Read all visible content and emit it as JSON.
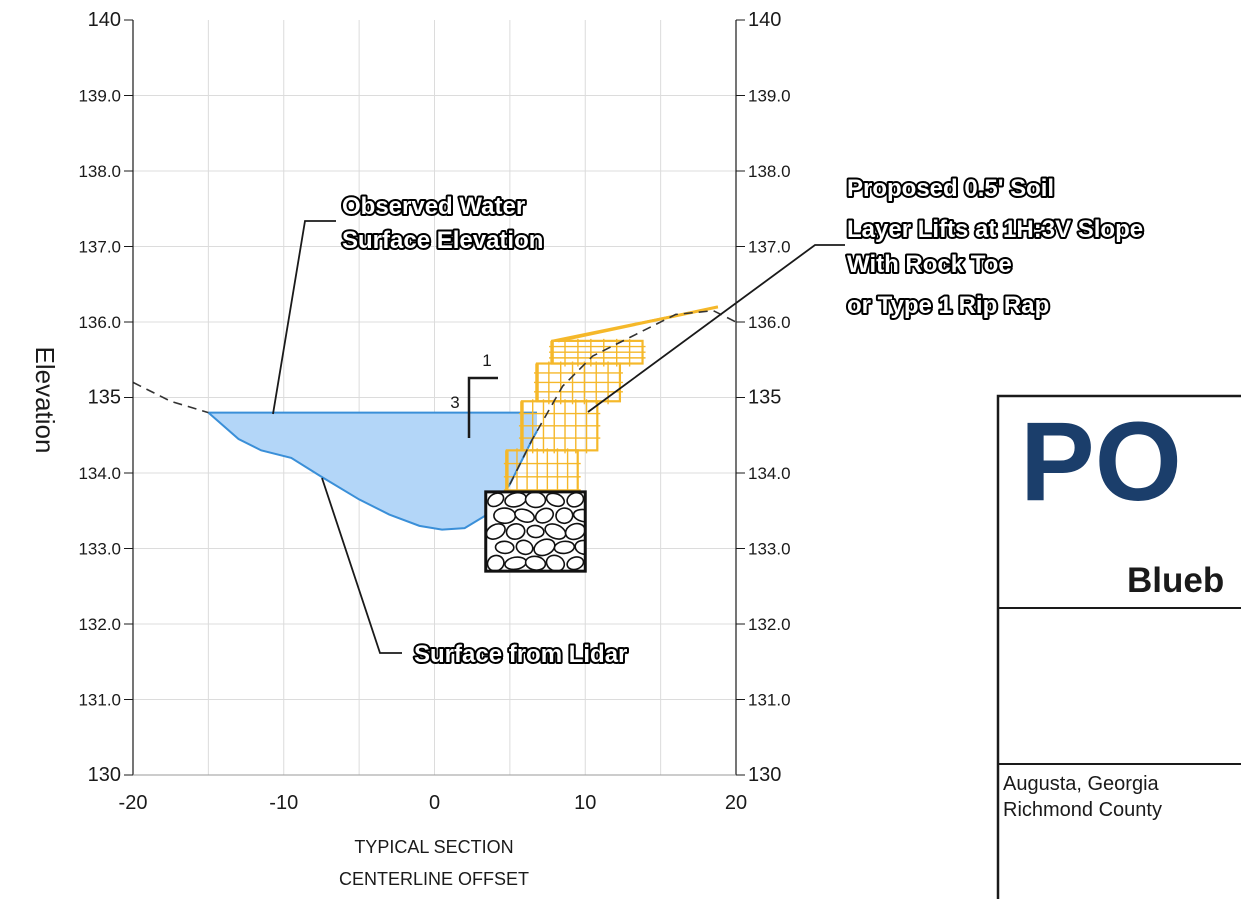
{
  "chart_data": {
    "type": "line",
    "xlabel_lines": [
      "TYPICAL SECTION",
      "CENTERLINE OFFSET"
    ],
    "ylabel": "Elevation",
    "xlim": [
      -20,
      20
    ],
    "ylim": [
      130,
      140
    ],
    "x_ticks": [
      "-20",
      "-10",
      "0",
      "10",
      "20"
    ],
    "x_tick_values": [
      -20,
      -10,
      0,
      10,
      20
    ],
    "y_ticks_left": [
      "140",
      "139.0",
      "138.0",
      "137.0",
      "136.0",
      "135",
      "134.0",
      "133.0",
      "132.0",
      "131.0",
      "130"
    ],
    "y_ticks_right": [
      "140",
      "139.0",
      "138.0",
      "137.0",
      "136.0",
      "135",
      "134.0",
      "133.0",
      "132.0",
      "131.0",
      "130"
    ],
    "y_tick_values": [
      140,
      139,
      138,
      137,
      136,
      135,
      134,
      133,
      132,
      131,
      130
    ],
    "grid": true,
    "series": [
      {
        "key": "lidar_surface",
        "x": [
          -20,
          -17.5,
          -15,
          -13,
          -11.5,
          -9.5,
          -7.5,
          -5,
          -3,
          -1,
          0.5,
          2,
          3.5,
          5,
          6.5,
          8.5,
          10.5,
          13,
          16,
          18.5,
          20
        ],
        "y": [
          135.2,
          134.95,
          134.8,
          134.45,
          134.3,
          134.2,
          133.95,
          133.65,
          133.45,
          133.3,
          133.25,
          133.27,
          133.45,
          133.85,
          134.45,
          135.15,
          135.55,
          135.8,
          136.1,
          136.15,
          136.0
        ]
      },
      {
        "key": "water_surface",
        "level": 134.8,
        "x_start": -15,
        "x_end": 6.8
      }
    ],
    "soil_lifts": [
      {
        "x_left": 4.8,
        "x_right": 9.5,
        "y_bottom": 133.6,
        "y_top": 134.3
      },
      {
        "x_left": 5.8,
        "x_right": 10.8,
        "y_bottom": 134.3,
        "y_top": 134.95
      },
      {
        "x_left": 6.8,
        "x_right": 12.3,
        "y_bottom": 134.95,
        "y_top": 135.45
      },
      {
        "x_left": 7.8,
        "x_right": 13.8,
        "y_bottom": 135.45,
        "y_top": 135.75
      }
    ],
    "slope_tie_line": {
      "x": [
        8.2,
        18.8
      ],
      "y": [
        135.75,
        136.2
      ]
    },
    "rock_toe": {
      "x_left": 3.4,
      "x_right": 10.0,
      "y_bottom": 132.7,
      "y_top": 133.75
    },
    "slope_marker": {
      "rise_label": "3",
      "run_label": "1"
    },
    "annotations": [
      {
        "key": "water",
        "lines": [
          "Observed Water",
          "Surface Elevation"
        ]
      },
      {
        "key": "lidar",
        "lines": [
          "Surface from Lidar"
        ]
      },
      {
        "key": "proposed",
        "lines": [
          "Proposed 0.5' Soil",
          "Layer Lifts at 1H:3V Slope",
          "With Rock Toe",
          "or Type 1 Rip Rap"
        ]
      }
    ],
    "colors": {
      "water_fill": "#b3d6f8",
      "water_line": "#3a8fd8",
      "lifts": "#f5b82a",
      "lidar": "#333333",
      "grid": "#dcdcdc"
    }
  },
  "title_block": {
    "logo_text": "PO",
    "logo_color": "#1b3e6b",
    "project_partial": "Blueb",
    "location_line1": "Augusta, Georgia",
    "location_line2": "Richmond County"
  }
}
